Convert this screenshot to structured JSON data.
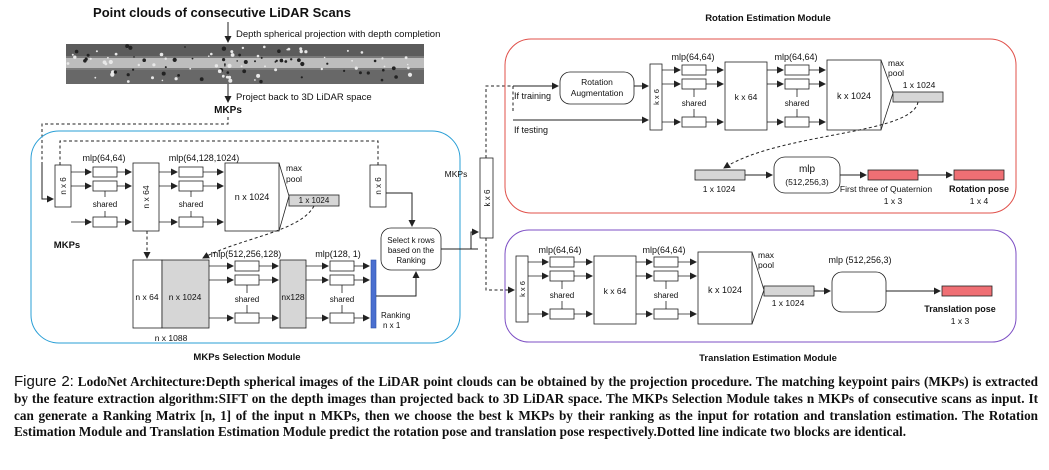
{
  "top": {
    "title": "Point clouds of consecutive LiDAR Scans",
    "step1": "Depth spherical projection with depth completion",
    "step2": "Project back to 3D LiDAR space",
    "mkps": "MKPs"
  },
  "selection": {
    "module_title": "MKPs Selection Module",
    "mkps": "MKPs",
    "n6": "n x 6",
    "mlp1": "mlp(64,64)",
    "mlp2": "mlp(64,128,1024)",
    "n64": "n x 64",
    "n1024": "n x 1024",
    "max": "max",
    "pool": "pool",
    "feat": "1 x 1024",
    "n6b": "n x 6",
    "shared": "shared",
    "select": [
      "Select k rows",
      "based on the",
      "Ranking"
    ],
    "mlp3": "mlp(512,256,128)",
    "mlp4": "mlp(128, 1)",
    "b64": "n x 64",
    "b1024": "n x 1024",
    "b128": "nx128",
    "b1088": "n x 1088",
    "ranking": "Ranking",
    "rank_dim": "n x 1"
  },
  "middle": {
    "k6": "k x 6"
  },
  "rotation": {
    "module_title": "Rotation Estimation Module",
    "aug": [
      "Rotation",
      "Augmentation"
    ],
    "if_training": "If training",
    "if_testing": "If testing",
    "k6": "k x 6",
    "mlp1": "mlp(64,64)",
    "mlp2": "mlp(64,64)",
    "k64": "k x 64",
    "k1024": "k x 1024",
    "max": "max",
    "pool": "pool",
    "feat": "1 x 1024",
    "shared": "shared",
    "feat2": "1 x 1024",
    "mlp": "mlp",
    "mlp_dims": "(512,256,3)",
    "quat": "First three of Quaternion",
    "quat_dim": "1 x 3",
    "pose": "Rotation pose",
    "pose_dim": "1 x 4"
  },
  "translation": {
    "module_title": "Translation Estimation Module",
    "k6": "k x 6",
    "mlp1": "mlp(64,64)",
    "mlp2": "mlp(64,64)",
    "k64": "k x 64",
    "k1024": "k x 1024",
    "max": "max",
    "pool": "pool",
    "feat": "1 x 1024",
    "shared": "shared",
    "mlp": "mlp (512,256,3)",
    "pose": "Translation pose",
    "pose_dim": "1 x 3"
  },
  "caption": {
    "label": "Figure 2:",
    "text": " LodoNet Architecture:Depth spherical images of the LiDAR point clouds can be obtained by the projection procedure. The matching keypoint pairs (MKPs) is extracted by the feature extraction algorithm:SIFT on the depth images than projected back to 3D LiDAR space. The MKPs Selection Module takes n MKPs of consecutive scans as input. It can generate a Ranking Matrix [n, 1] of the input n MKPs, then we choose the best k MKPs by their ranking as the input for rotation and translation estimation. The Rotation Estimation Module and Translation Estimation Module predict the rotation pose and translation pose respectively.Dotted line indicate two blocks are identical."
  },
  "colors": {
    "selection_border": "#2a9fd6",
    "rotation_border": "#e0504a",
    "translation_border": "#7d4fc4",
    "gray_block": "#d6d6d6",
    "pose_red": "#ef6f74",
    "ranking_blue": "#4a6fd0"
  }
}
